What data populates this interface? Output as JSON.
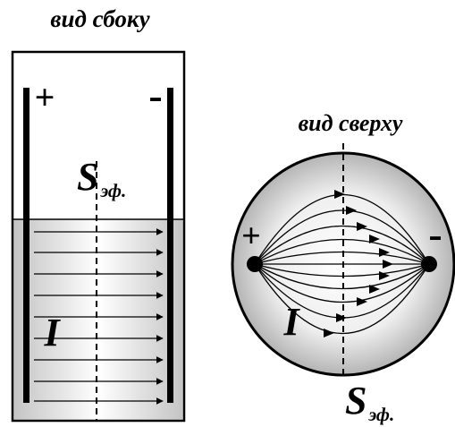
{
  "side_view": {
    "title": "вид сбоку",
    "plus_sign": "+",
    "minus_sign": "-",
    "area_symbol": "S",
    "area_subscript": "эф.",
    "current_symbol": "I"
  },
  "top_view": {
    "title": "вид сверху",
    "plus_sign": "+",
    "minus_sign": "-",
    "area_symbol": "S",
    "area_subscript": "эф.",
    "current_symbol": "I"
  },
  "colors": {
    "stroke": "#000000",
    "fill_dark": "#b8b8b8",
    "fill_light": "#ffffff"
  }
}
